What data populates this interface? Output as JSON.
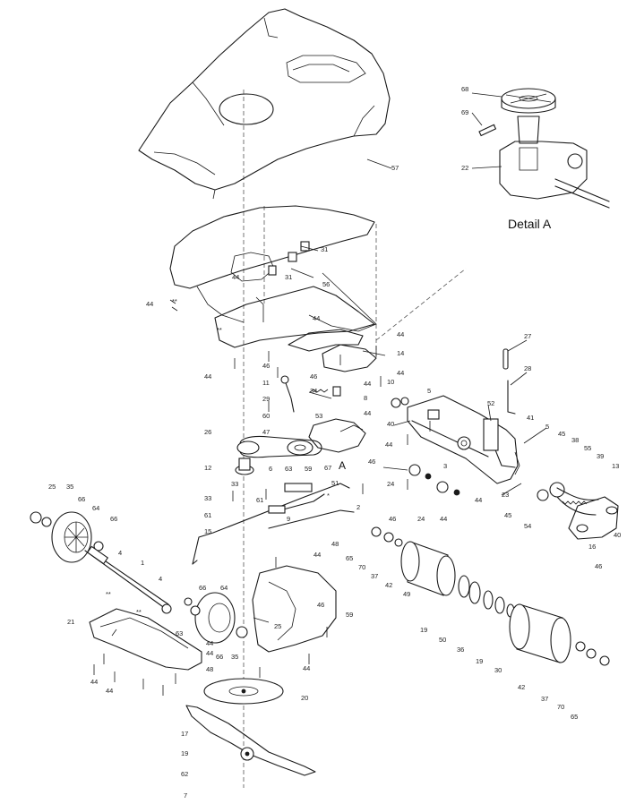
{
  "detail_title": "Detail A",
  "section_mark": "A",
  "callouts": [
    "68",
    "69",
    "22",
    "57",
    "31",
    "31",
    "56",
    "44",
    "44",
    "**",
    "44",
    "**",
    "27",
    "28",
    "44",
    "14",
    "44",
    "44",
    "46",
    "46",
    "11",
    "34",
    "29",
    "44",
    "8",
    "10",
    "5",
    "52",
    "60",
    "53",
    "44",
    "40",
    "41",
    "5",
    "26",
    "47",
    "44",
    "45",
    "38",
    "55",
    "39",
    "12",
    "6",
    "63",
    "59",
    "67",
    "46",
    "51",
    "13",
    "33",
    "24",
    "3",
    "33",
    "61",
    "9",
    "*",
    "2",
    "44",
    "24",
    "44",
    "45",
    "54",
    "23",
    "25",
    "35",
    "66",
    "64",
    "66",
    "61",
    "15",
    "46",
    "48",
    "16",
    "40",
    "4",
    "1",
    "44",
    "65",
    "66",
    "64",
    "70",
    "37",
    "46",
    "4",
    "42",
    "46",
    "**",
    "**",
    "59",
    "49",
    "21",
    "63",
    "25",
    "19",
    "50",
    "36",
    "44",
    "44",
    "66",
    "35",
    "48",
    "44",
    "19",
    "30",
    "44",
    "44",
    "20",
    "42",
    "37",
    "70",
    "65",
    "17",
    "19",
    "62",
    "7"
  ]
}
